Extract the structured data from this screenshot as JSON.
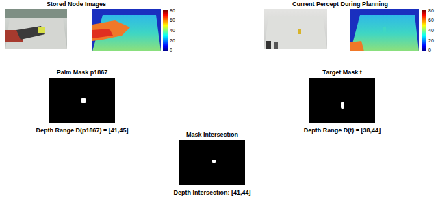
{
  "diagram": {
    "nodes": [
      {
        "text": [
          "Palm Mask p1867",
          "Depth Range D(p1867) = [41,45]"
        ]
      },
      {
        "text": [
          "Target Mask t",
          "Depth Range D(t) = [38,44]"
        ]
      },
      {
        "text": [
          "Mask Intersection",
          "Depth Intersection: [41,44]"
        ]
      }
    ],
    "edges": [],
    "labels": [
      "Stored Node Images",
      "80",
      "60",
      "40",
      "20",
      "0",
      "Current Percept During Planning",
      "80",
      "60",
      "40",
      "20",
      "0"
    ]
  }
}
